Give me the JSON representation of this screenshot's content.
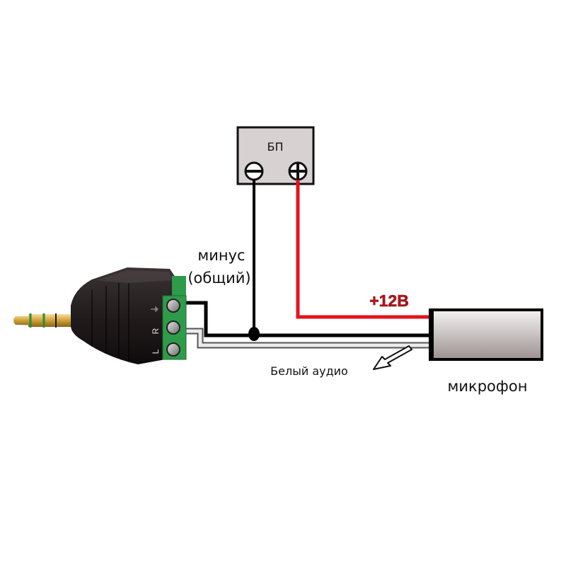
{
  "diagram": {
    "power_supply": {
      "label": "БП",
      "minus_terminal": "minus-terminal-icon",
      "plus_terminal": "plus-terminal-icon"
    },
    "labels": {
      "minus_line1": "минус",
      "minus_line2": "(общий)",
      "plus_voltage": "+12В",
      "white_audio": "Белый аудио",
      "microphone": "микрофон"
    },
    "jack_terminals": [
      "⏚",
      "R",
      "L"
    ],
    "colors": {
      "red_wire": "#e3141b",
      "black_wire": "#000000",
      "white_wire": "#e8e8e8",
      "terminal_green": "#2e9b4a",
      "plug_body": "#231e1f",
      "psu_fill": "#d7d1d1",
      "plus_label": "#b3181b"
    }
  }
}
